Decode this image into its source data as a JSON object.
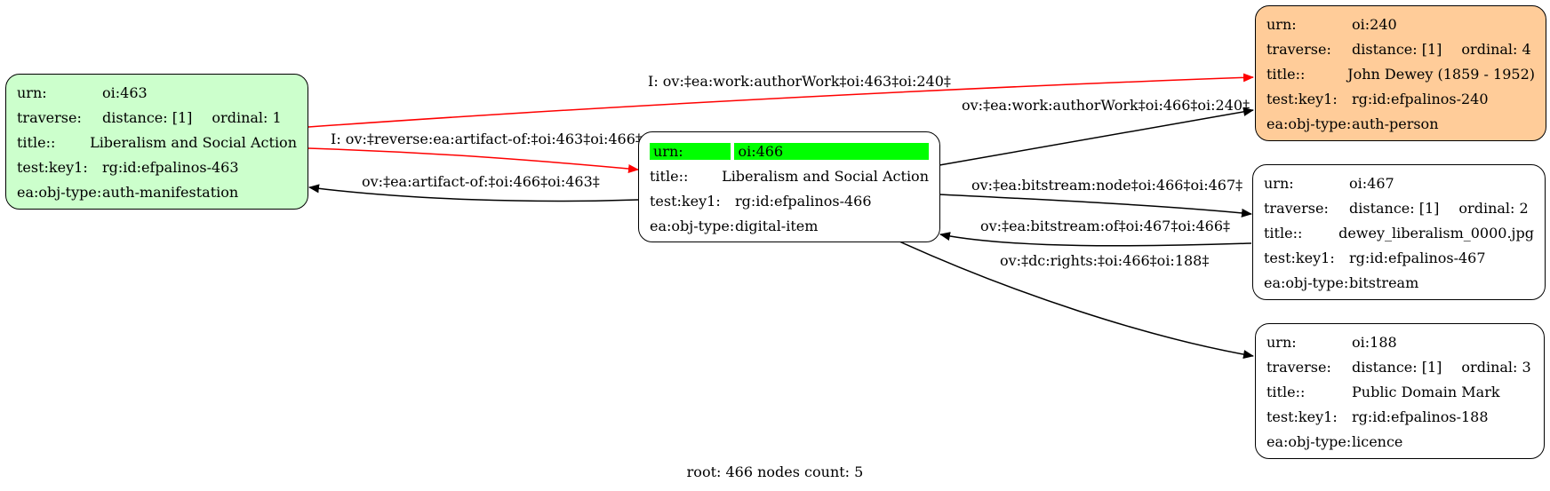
{
  "nodes": {
    "n463": {
      "fill": "#ccffcc",
      "urn_key": "urn:",
      "urn": "oi:463",
      "traverse_key": "traverse:",
      "traverse": "distance: [1]",
      "ordinal": "ordinal: 1",
      "title_key": "title::",
      "title": "Liberalism and Social Action",
      "testkey_key": "test:key1:",
      "testkey": "rg:id:efpalinos-463",
      "type_key": "ea:obj-type:",
      "type": "auth-manifestation"
    },
    "n466": {
      "fill": "#ffffff",
      "highlight": "#00ff00",
      "urn_key": "urn:",
      "urn": "oi:466",
      "title_key": "title::",
      "title": "Liberalism and Social Action",
      "testkey_key": "test:key1:",
      "testkey": "rg:id:efpalinos-466",
      "type_key": "ea:obj-type:",
      "type": "digital-item"
    },
    "n240": {
      "fill": "#ffcc99",
      "urn_key": "urn:",
      "urn": "oi:240",
      "traverse_key": "traverse:",
      "traverse": "distance: [1]",
      "ordinal": "ordinal: 4",
      "title_key": "title::",
      "title": "John Dewey (1859 - 1952)",
      "testkey_key": "test:key1:",
      "testkey": "rg:id:efpalinos-240",
      "type_key": "ea:obj-type:",
      "type": "auth-person"
    },
    "n467": {
      "fill": "#ffffff",
      "urn_key": "urn:",
      "urn": "oi:467",
      "traverse_key": "traverse:",
      "traverse": "distance: [1]",
      "ordinal": "ordinal: 2",
      "title_key": "title::",
      "title": "dewey_liberalism_0000.jpg",
      "testkey_key": "test:key1:",
      "testkey": "rg:id:efpalinos-467",
      "type_key": "ea:obj-type:",
      "type": "bitstream"
    },
    "n188": {
      "fill": "#ffffff",
      "urn_key": "urn:",
      "urn": "oi:188",
      "traverse_key": "traverse:",
      "traverse": "distance: [1]",
      "ordinal": "ordinal: 3",
      "title_key": "title::",
      "title": "Public Domain Mark",
      "testkey_key": "test:key1:",
      "testkey": "rg:id:efpalinos-188",
      "type_key": "ea:obj-type:",
      "type": "licence"
    }
  },
  "edges": {
    "e463_240": {
      "label": "I: ov:‡ea:work:authorWork‡oi:463‡oi:240‡",
      "color": "#ff0000"
    },
    "e463_466": {
      "label": "I: ov:‡reverse:ea:artifact-of:‡oi:463‡oi:466‡",
      "color": "#ff0000"
    },
    "e466_463": {
      "label": "ov:‡ea:artifact-of:‡oi:466‡oi:463‡",
      "color": "#000000"
    },
    "e466_240": {
      "label": "ov:‡ea:work:authorWork‡oi:466‡oi:240‡",
      "color": "#000000"
    },
    "e466_467": {
      "label": "ov:‡ea:bitstream:node‡oi:466‡oi:467‡",
      "color": "#000000"
    },
    "e467_466": {
      "label": "ov:‡ea:bitstream:of‡oi:467‡oi:466‡",
      "color": "#000000"
    },
    "e466_188": {
      "label": "ov:‡dc:rights:‡oi:466‡oi:188‡",
      "color": "#000000"
    }
  },
  "footer": "root: 466 nodes count: 5"
}
